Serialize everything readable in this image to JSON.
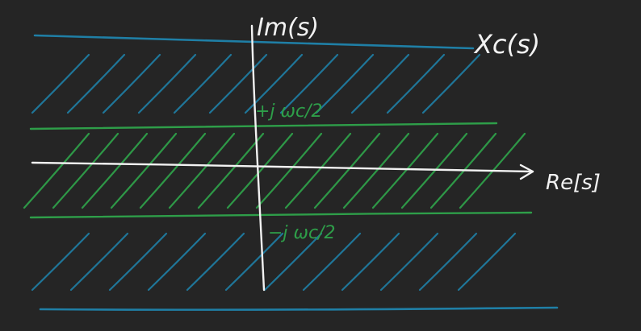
{
  "colors": {
    "background": "#252525",
    "blue_region": "#1f7fa6",
    "green_strip": "#2e9e49",
    "axes": "#f2f2f2"
  },
  "labels": {
    "imag_axis": "Im(s)",
    "real_axis": "Re[s]",
    "region_label": "Xc(s)",
    "upper_bound": "+j ωc/2",
    "lower_bound": "−j ωc/2"
  },
  "icons": {
    "arrow": "arrow-right-icon"
  }
}
